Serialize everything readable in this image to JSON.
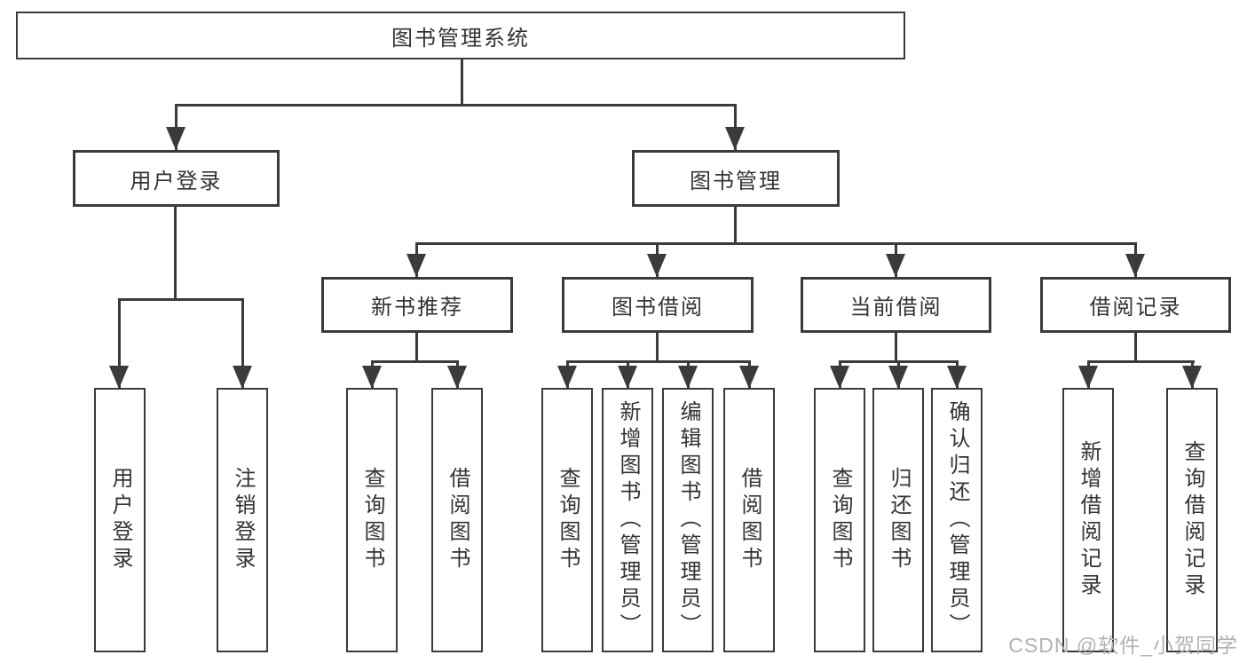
{
  "tree": {
    "label": "图书管理系统",
    "children": [
      {
        "label": "用户登录",
        "children": [
          {
            "label": "用户登录"
          },
          {
            "label": "注销登录"
          }
        ]
      },
      {
        "label": "图书管理",
        "children": [
          {
            "label": "新书推荐",
            "children": [
              {
                "label": "查询图书"
              },
              {
                "label": "借阅图书"
              }
            ]
          },
          {
            "label": "图书借阅",
            "children": [
              {
                "label": "查询图书"
              },
              {
                "label": "新增图书（管理员）"
              },
              {
                "label": "编辑图书（管理员）"
              },
              {
                "label": "借阅图书"
              }
            ]
          },
          {
            "label": "当前借阅",
            "children": [
              {
                "label": "查询图书"
              },
              {
                "label": "归还图书"
              },
              {
                "label": "确认归还（管理员）"
              }
            ]
          },
          {
            "label": "借阅记录",
            "children": [
              {
                "label": "新增借阅记录"
              },
              {
                "label": "查询借阅记录"
              }
            ]
          }
        ]
      }
    ]
  },
  "watermark": {
    "text": "CSDN @软件_小贺同学"
  },
  "colors": {
    "line": "#3b3b3b",
    "text": "#333333",
    "watermark": "#b2b2b2",
    "background": "#ffffff"
  }
}
